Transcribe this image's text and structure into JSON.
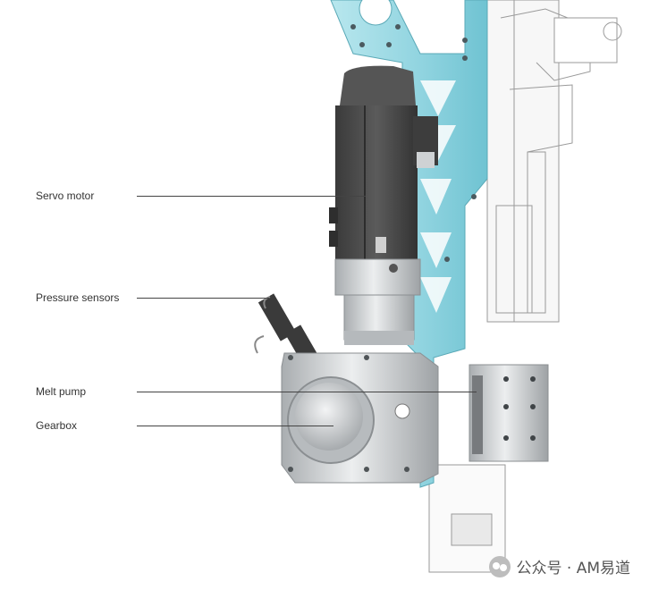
{
  "labels": {
    "servo_motor": "Servo motor",
    "pressure_sensors": "Pressure sensors",
    "melt_pump": "Melt pump",
    "gearbox": "Gearbox"
  },
  "watermark": {
    "text": "公众号 · AM易道",
    "icon": "wechat-icon"
  },
  "colors": {
    "frame": "#8fd3df",
    "motor": "#4a4a4a",
    "steel": "#c9ccce",
    "line": "#444444"
  }
}
